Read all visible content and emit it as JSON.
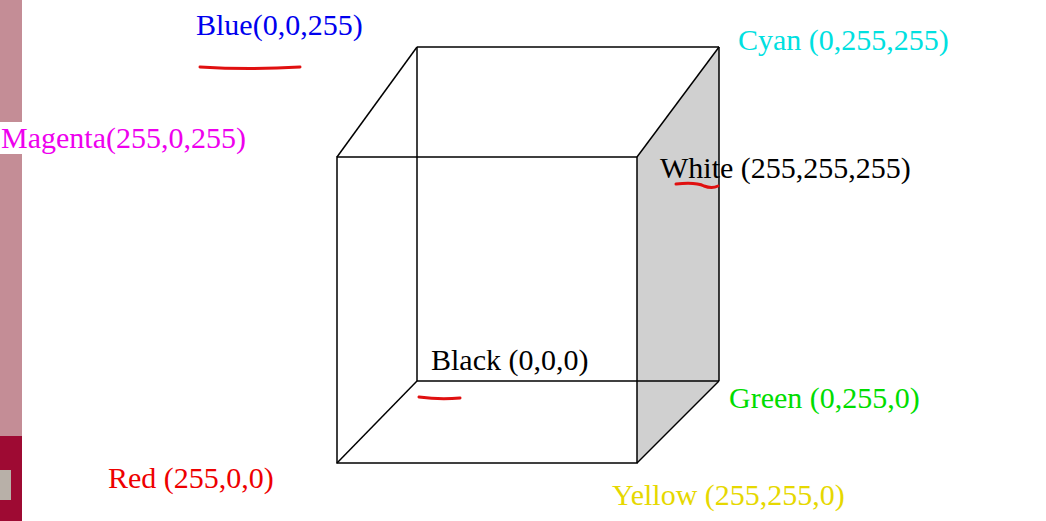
{
  "diagram": {
    "labels": [
      "Blue(0,0,255)",
      "Cyan (0,255,255)",
      "Magenta(255,0,255)",
      "White (255,255,255)",
      "Black (0,0,0)",
      "Green (0,255,0)",
      "Red (255,0,0)",
      "Yellow (255,255,0)"
    ]
  }
}
